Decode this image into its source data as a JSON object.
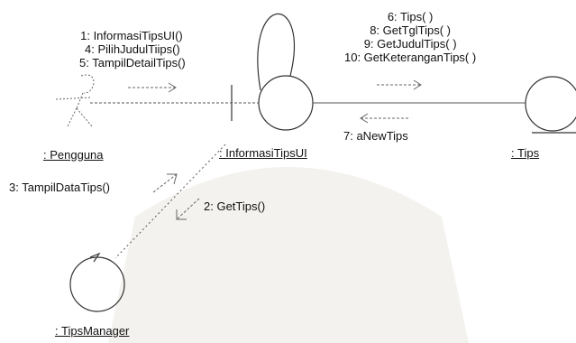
{
  "objects": {
    "pengguna": ": Pengguna",
    "informasi": ": InformasiTipsUI",
    "tips": ": Tips",
    "manager": ": TipsManager"
  },
  "messages": {
    "ui_group": [
      "1: InformasiTipsUI()",
      "4: PilihJudulTiips()",
      "5: TampilDetailTips()"
    ],
    "tips_group": [
      "6: Tips( )",
      "8: GetTglTips( )",
      "9: GetJudulTips( )",
      "10: GetKeteranganTips( )"
    ],
    "anewtips": "7: aNewTips",
    "tampildata": "3: TampilDataTips()",
    "gettips": "2: GetTips()"
  },
  "colors": {
    "line": "#333333",
    "watermark": "#f1eee9"
  }
}
